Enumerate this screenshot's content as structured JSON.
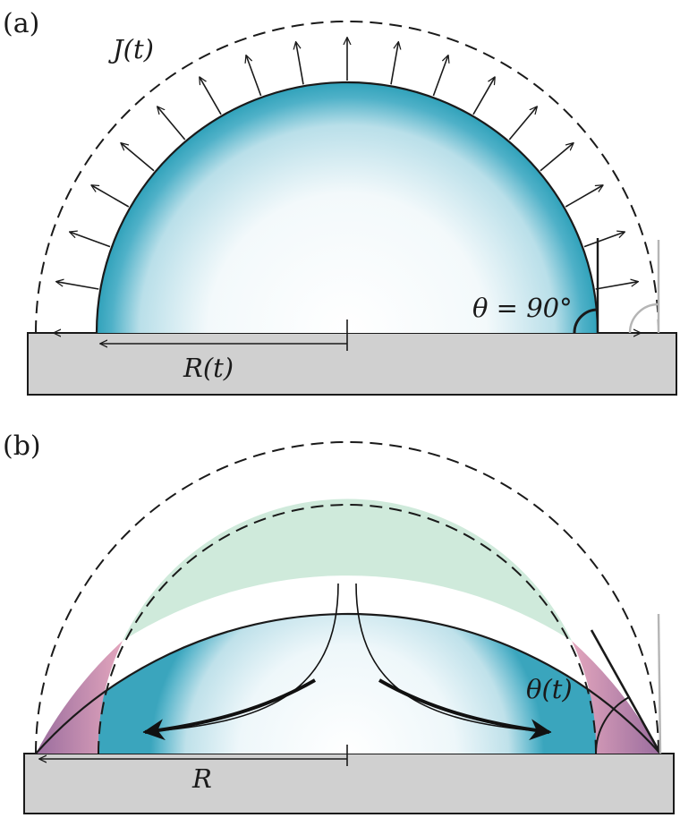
{
  "panels": [
    {
      "id": "a",
      "panel_label": "(a)",
      "flux_label": "J(t)",
      "radius_label": "R(t)",
      "angle_label": "θ = 90°",
      "drop_color": "#2b9fb8",
      "substrate_color": "#d0d0d0"
    },
    {
      "id": "b",
      "panel_label": "(b)",
      "radius_label": "R",
      "angle_label": "θ(t)",
      "drop_color": "#2b9fb8",
      "removed_cap_color": "#cfeadb",
      "edge_wedge_color": "#c9789a",
      "substrate_color": "#d0d0d0"
    }
  ]
}
